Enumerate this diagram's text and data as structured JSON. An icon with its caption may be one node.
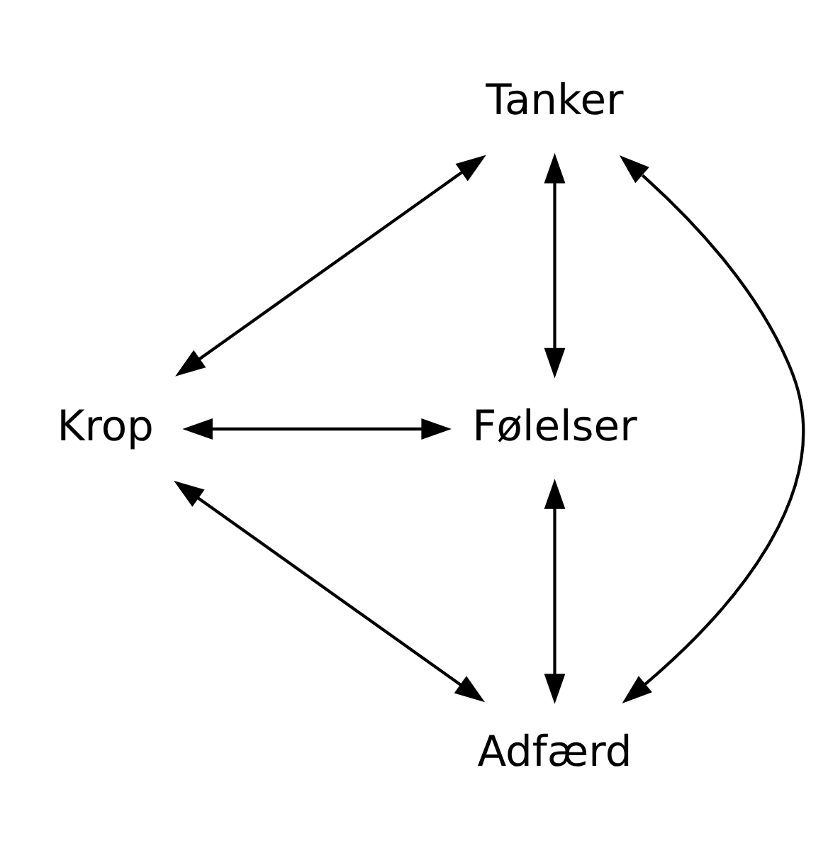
{
  "diagram": {
    "nodes": [
      {
        "text": [
          "Tanker"
        ]
      },
      {
        "text": [
          "Krop"
        ]
      },
      {
        "text": [
          "Følelser"
        ]
      },
      {
        "text": [
          "Adfærd"
        ]
      }
    ],
    "edges": [
      {
        "from": 0,
        "to": 1,
        "arrow": "both"
      },
      {
        "from": 0,
        "to": 3,
        "arrow": "both"
      },
      {
        "from": 0,
        "to": 2,
        "arrow": "both"
      },
      {
        "from": 1,
        "to": 2,
        "arrow": "both"
      },
      {
        "from": 1,
        "to": 3,
        "arrow": "both"
      },
      {
        "from": 2,
        "to": 3,
        "arrow": "both"
      }
    ]
  }
}
